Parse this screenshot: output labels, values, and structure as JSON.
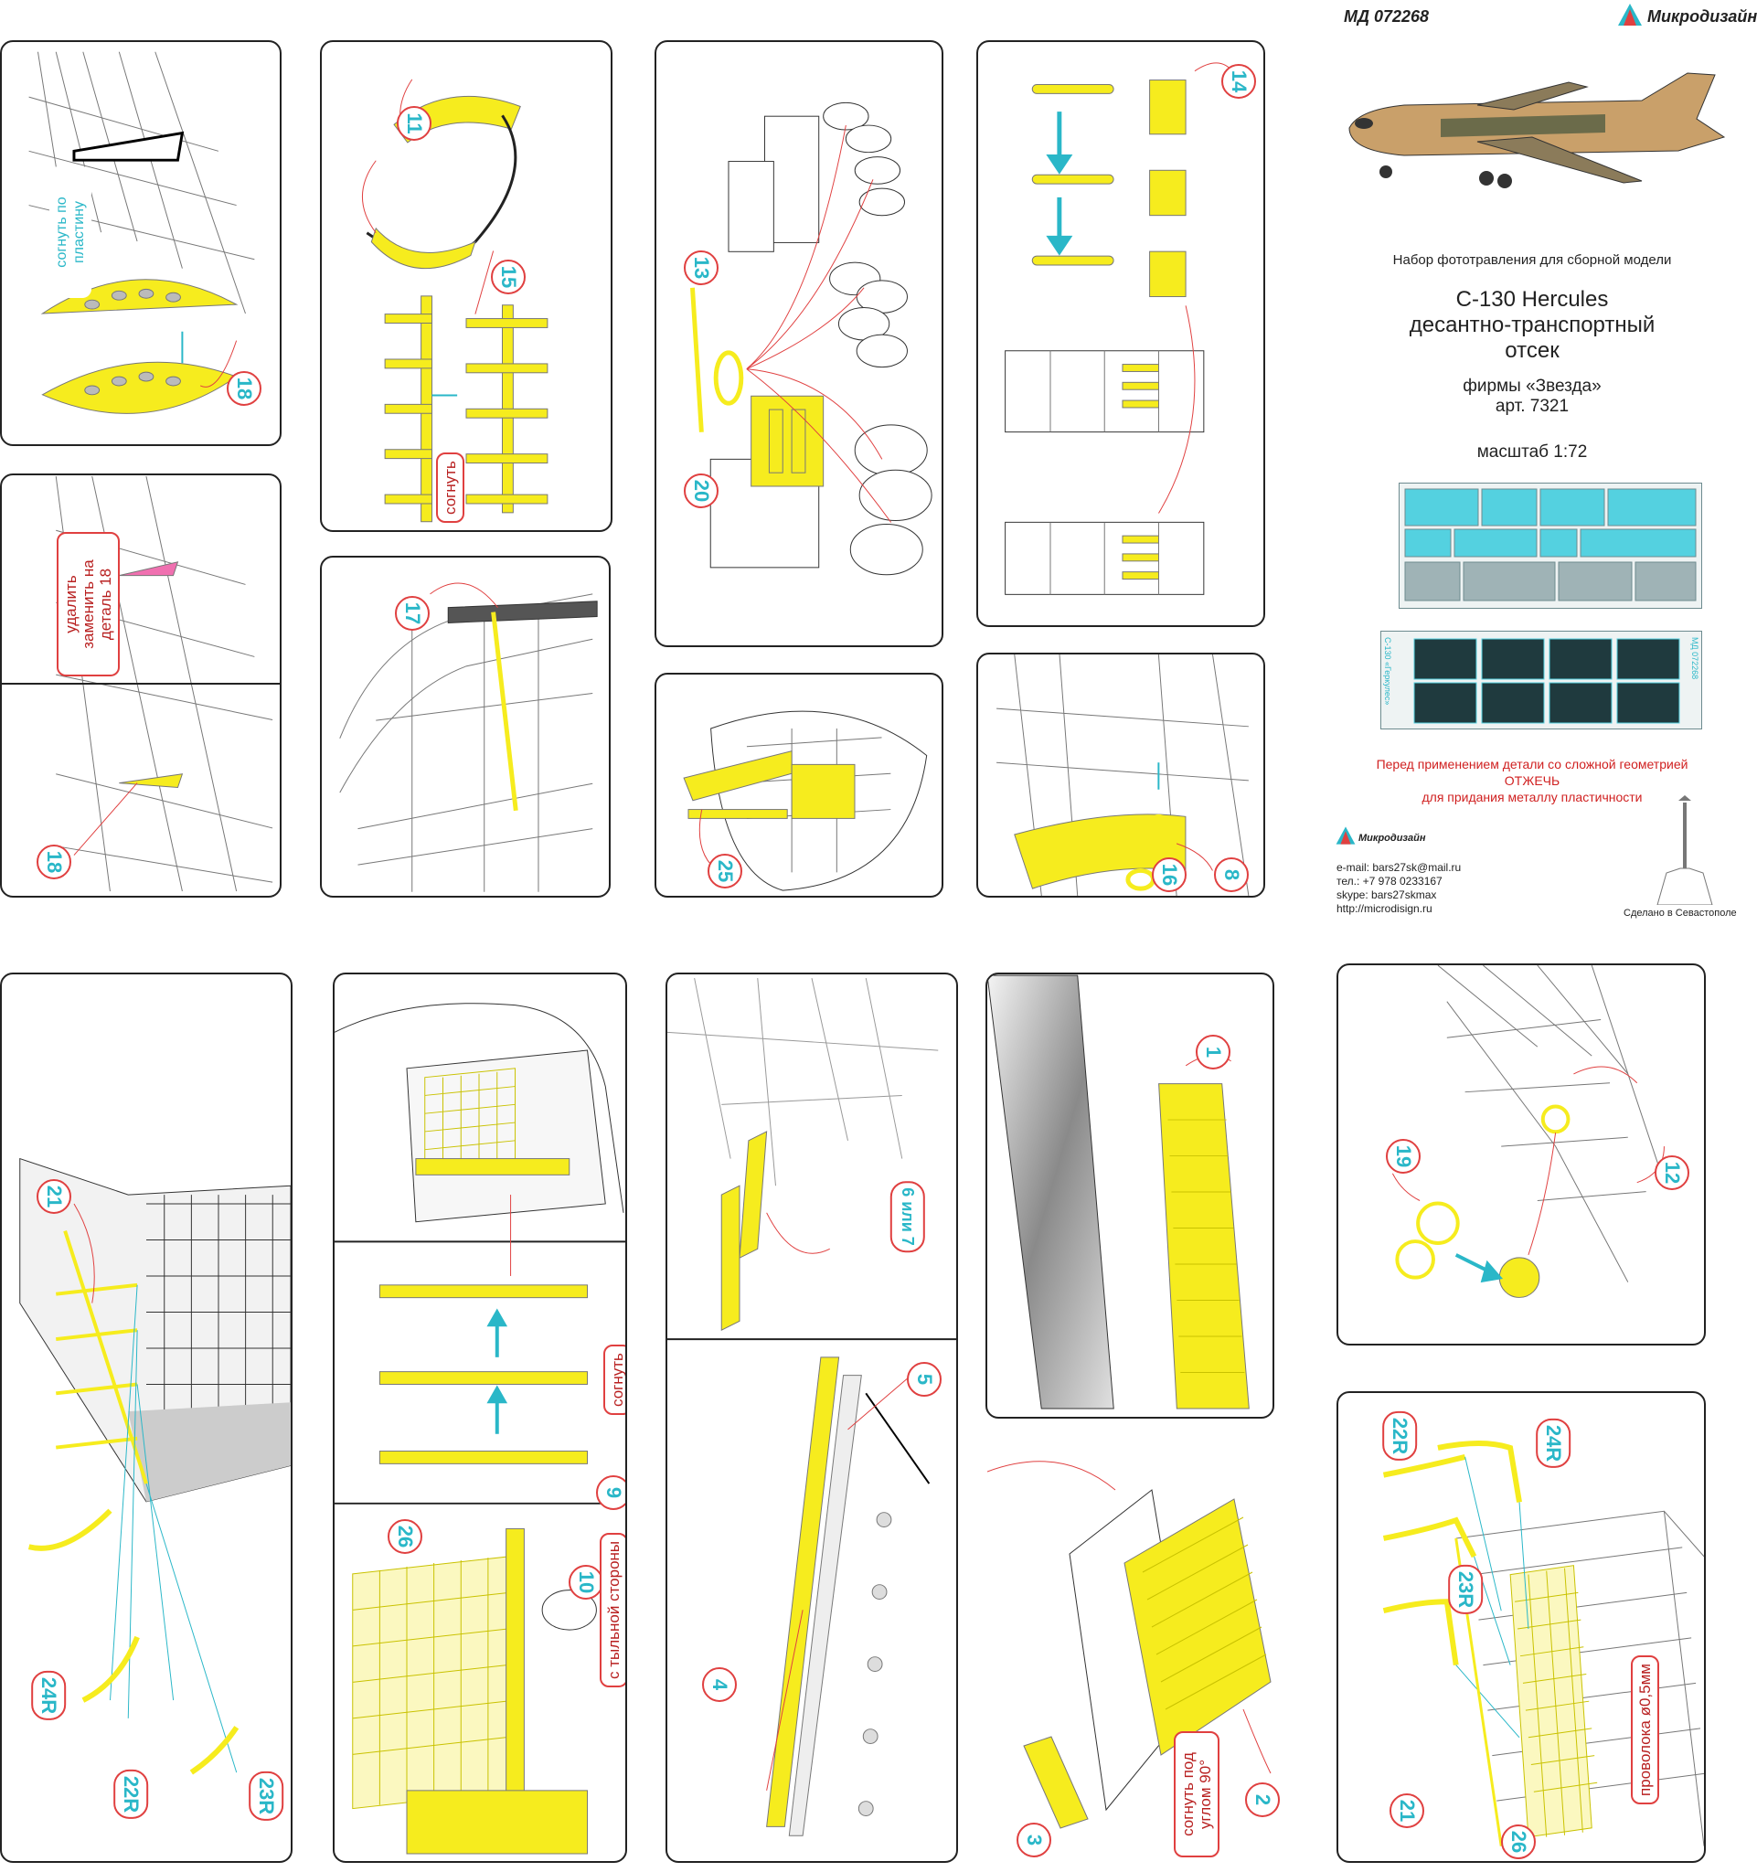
{
  "header": {
    "code": "МД 072268",
    "brand": "Микродизайн"
  },
  "info": {
    "line1": "Набор фототравления для сборной модели",
    "title1": "C-130 Hercules",
    "title2": "десантно-транспортный",
    "title3": "отсек",
    "maker": "фирмы «Звезда»",
    "article": "арт. 7321",
    "scale": "масштаб 1:72",
    "warn1": "Перед применением детали со сложной геометрией",
    "warn2": "ОТЖЕЧЬ",
    "warn3": "для придания металлу пластичности",
    "fret2_label": "C-130 «Геркулес»",
    "fret2_code": "МД 072268"
  },
  "contact": {
    "brand": "Микродизайн",
    "email": "e-mail: bars27sk@mail.ru",
    "phone": "тел.: +7 978 0233167",
    "skype": "skype: bars27skmax",
    "web": "http://microdisign.ru",
    "made_in": "Сделано в Севастополе"
  },
  "parts": {
    "p1": "1",
    "p2": "2",
    "p3": "3",
    "p4": "4",
    "p5": "5",
    "p6or7": "6 или 7",
    "p8": "8",
    "p9": "9",
    "p10": "10",
    "p11": "11",
    "p12": "12",
    "p13": "13",
    "p14": "14",
    "p15": "15",
    "p16": "16",
    "p17": "17",
    "p18": "18",
    "p19": "19",
    "p20": "20",
    "p21": "21",
    "p22r": "22R",
    "p23r": "23R",
    "p24r": "24R",
    "p25": "25",
    "p26": "26"
  },
  "notes": {
    "bend_plate": "согнуть по пластину",
    "remove_replace": "удалить заменить на деталь 18",
    "bend": "согнуть",
    "from_back": "с тыльной стороны",
    "bend_90": "согнуть под углом 90°",
    "wire": "проволока ø0,5мм"
  },
  "colors": {
    "part_yellow": "#f6ec1e",
    "accent_cyan": "#2ab7c8",
    "callout_red": "#e04040",
    "remove_pink": "#f070b0"
  }
}
